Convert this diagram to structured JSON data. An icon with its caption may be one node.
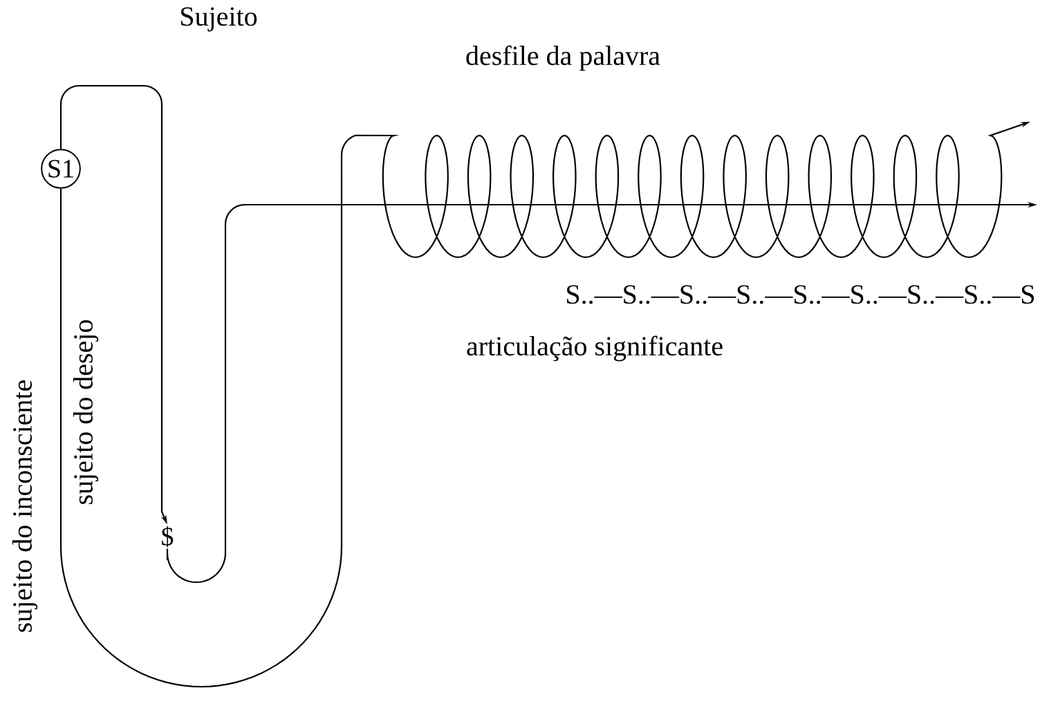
{
  "diagram": {
    "nodes": [
      {
        "text": [
          "S1"
        ]
      },
      {
        "text": [
          "$"
        ]
      }
    ],
    "edges": [
      {
        "from": 0,
        "to": 1,
        "arrow": "to"
      },
      {
        "from": 1,
        "to": null,
        "arrow": "to"
      },
      {
        "from": 0,
        "to": null,
        "arrow": "to"
      }
    ],
    "labels": [
      "Sujeito",
      "desfile da palavra",
      "S..—S..—S..—S..—S..—S..—S..—S..—S",
      "articulação significante",
      "sujeito do inconsciente",
      "sujeito do desejo"
    ]
  }
}
